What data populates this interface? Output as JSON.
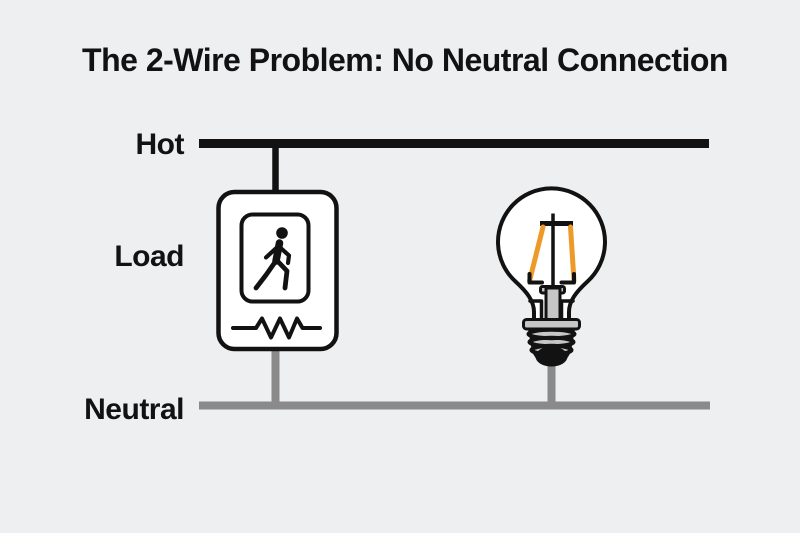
{
  "title": "The 2-Wire Problem: No Neutral Connection",
  "wires": {
    "hot_label": "Hot",
    "load_label": "Load",
    "neutral_label": "Neutral"
  },
  "icons": {
    "switch_device": "occupancy-sensor-switch-icon",
    "person": "walking-person-icon",
    "resistor": "resistor-icon",
    "bulb": "filament-light-bulb-icon"
  },
  "colors": {
    "bg": "#edeff1",
    "ink": "#121212",
    "gray": "#8a8a8a",
    "metal": "#c6c6c6",
    "filament": "#ee9a28",
    "white": "#ffffff"
  }
}
